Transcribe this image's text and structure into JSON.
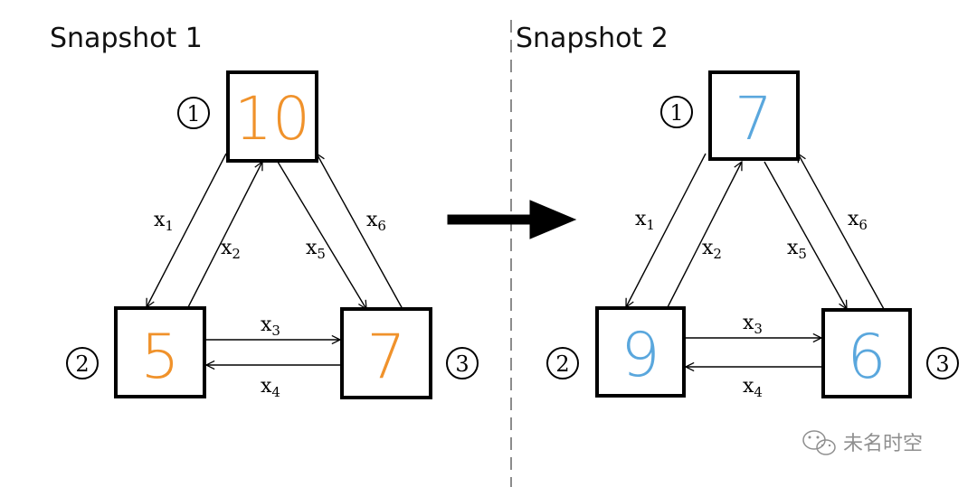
{
  "colors": {
    "snapshot1_values": "#f0922b",
    "snapshot2_values": "#5aa7dd",
    "watermark": "#8f8f8f"
  },
  "snapshots": [
    {
      "title": "Snapshot 1",
      "nodes": [
        {
          "id": "1",
          "badge": "①",
          "value": "10"
        },
        {
          "id": "2",
          "badge": "②",
          "value": "5"
        },
        {
          "id": "3",
          "badge": "③",
          "value": "7"
        }
      ],
      "edges": [
        {
          "var": "x",
          "sub": "1"
        },
        {
          "var": "x",
          "sub": "2"
        },
        {
          "var": "x",
          "sub": "3"
        },
        {
          "var": "x",
          "sub": "4"
        },
        {
          "var": "x",
          "sub": "5"
        },
        {
          "var": "x",
          "sub": "6"
        }
      ]
    },
    {
      "title": "Snapshot 2",
      "nodes": [
        {
          "id": "1",
          "badge": "①",
          "value": "7"
        },
        {
          "id": "2",
          "badge": "②",
          "value": "9"
        },
        {
          "id": "3",
          "badge": "③",
          "value": "6"
        }
      ],
      "edges": [
        {
          "var": "x",
          "sub": "1"
        },
        {
          "var": "x",
          "sub": "2"
        },
        {
          "var": "x",
          "sub": "3"
        },
        {
          "var": "x",
          "sub": "4"
        },
        {
          "var": "x",
          "sub": "5"
        },
        {
          "var": "x",
          "sub": "6"
        }
      ]
    }
  ],
  "watermark": {
    "icon": "wechat-icon",
    "text": "未名时空"
  }
}
